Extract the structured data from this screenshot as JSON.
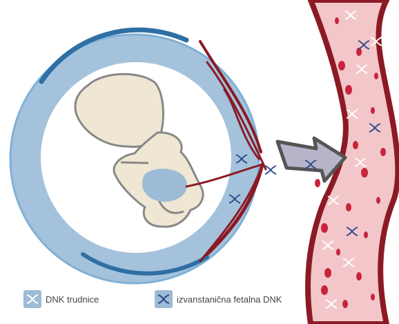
{
  "legend": {
    "maternal": {
      "label": "DNK trudnice",
      "icon": "dna-icon-maternal",
      "color": "#9dbbd6"
    },
    "fetal": {
      "label": "izvanstanična fetalna DNK",
      "icon": "dna-icon-fetal",
      "color": "#9dbbd6"
    }
  },
  "colors": {
    "amniotic_ring": "#a4c2dc",
    "ring_dark": "#2f6fa3",
    "fetus_fill": "#efe6d3",
    "vessel_wall": "#8b1a24",
    "vessel_inner": "#f3c7c9",
    "blood_cell": "#c8243b",
    "arrow": "#b7b3c9"
  }
}
